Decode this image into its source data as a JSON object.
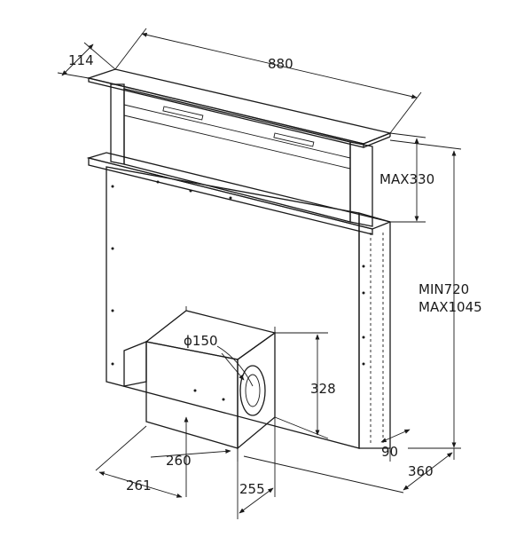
{
  "dimensions": {
    "depth_top": "114",
    "width_top": "880",
    "max_rise": "MAX330",
    "height_min": "MIN720",
    "height_max": "MAX1045",
    "motor_diameter": "ϕ150",
    "motor_height": "328",
    "offset_back": "90",
    "depth_total": "360",
    "motor_bottom": "260",
    "motor_left": "261",
    "motor_depth": "255"
  }
}
